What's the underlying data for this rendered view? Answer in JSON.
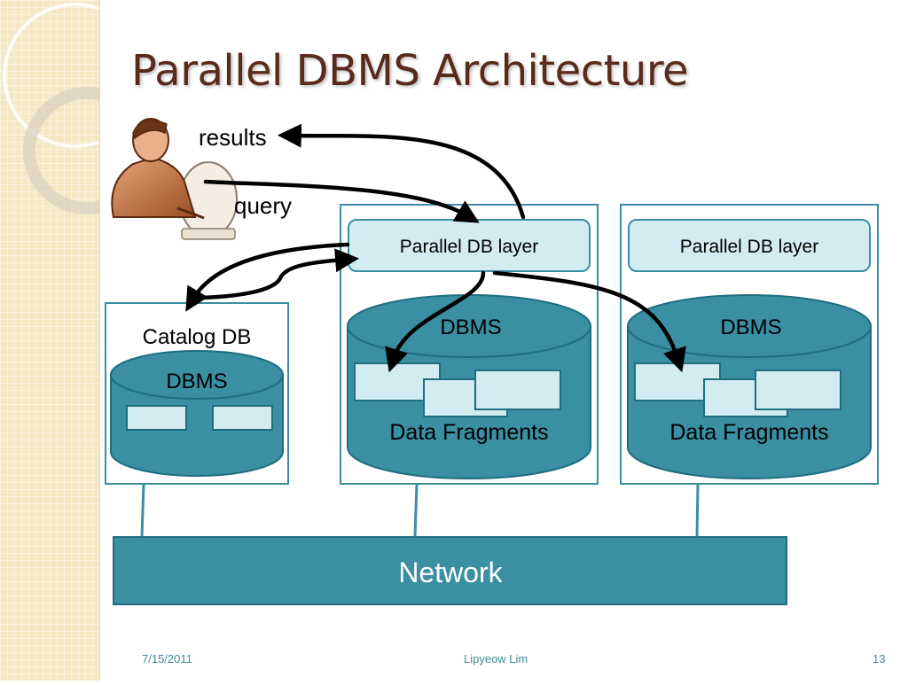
{
  "slide": {
    "title": "Parallel DBMS Architecture",
    "labels": {
      "results": "results",
      "query": "query"
    },
    "catalog": {
      "title": "Catalog DB",
      "dbms": "DBMS"
    },
    "nodes": [
      {
        "layer": "Parallel DB layer",
        "dbms": "DBMS",
        "fragments": "Data Fragments"
      },
      {
        "layer": "Parallel DB layer",
        "dbms": "DBMS",
        "fragments": "Data Fragments"
      }
    ],
    "network": "Network",
    "footer": {
      "date": "7/15/2011",
      "author": "Lipyeow Lim",
      "page": "13"
    }
  },
  "colors": {
    "teal": "#3a8fa3",
    "teal_dark": "#1f6d80",
    "light_blue": "#d2ecf1",
    "title": "#5a2a1d",
    "footer": "#3d8b9a"
  },
  "icons": [
    "user-at-computer-icon",
    "database-cylinder-icon",
    "arrow-icon"
  ]
}
